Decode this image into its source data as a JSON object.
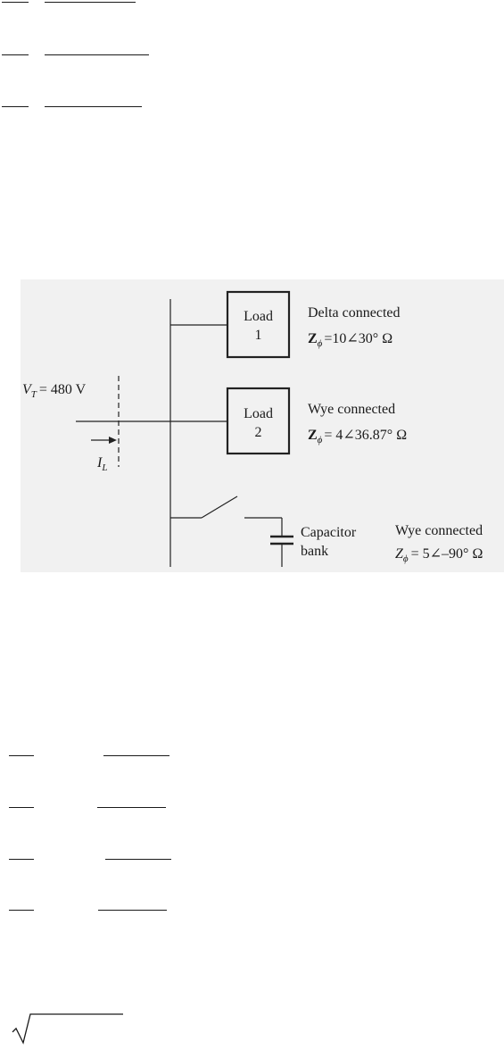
{
  "diagram": {
    "source": {
      "vt_symbol": "V",
      "vt_subscript": "T",
      "vt_value": "= 480 V",
      "il_symbol": "I",
      "il_subscript": "L"
    },
    "load1": {
      "box_line1": "Load",
      "box_line2": "1",
      "connection": "Delta connected",
      "z_symbol": "Z",
      "z_subscript": "ϕ",
      "z_value": "=10∠30° Ω"
    },
    "load2": {
      "box_line1": "Load",
      "box_line2": "2",
      "connection": "Wye connected",
      "z_symbol": "Z",
      "z_subscript": "ϕ",
      "z_value": "= 4∠36.87° Ω"
    },
    "capacitor": {
      "label_line1": "Capacitor",
      "label_line2": "bank",
      "connection": "Wye connected",
      "z_symbol": "Z",
      "z_subscript": "ϕ",
      "z_value": "= 5∠–90° Ω"
    }
  }
}
